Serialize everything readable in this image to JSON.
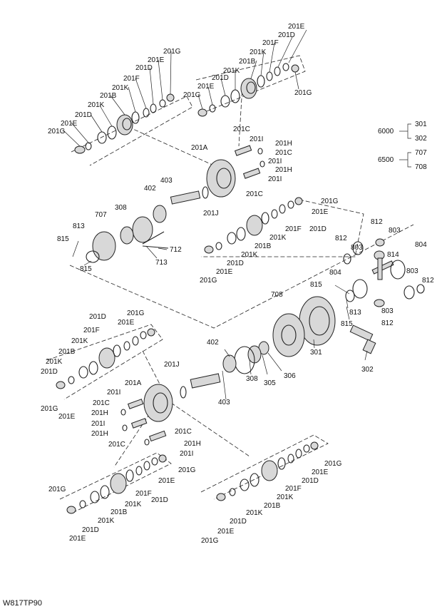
{
  "drawing_code": "W817TP90",
  "groups": [
    {
      "parent": "6000",
      "members": [
        "301",
        "302"
      ]
    },
    {
      "parent": "6500",
      "members": [
        "707",
        "708"
      ]
    }
  ],
  "callouts": [
    "201G",
    "201E",
    "201D",
    "201F",
    "201K",
    "201B",
    "201C",
    "201I",
    "201H",
    "201A",
    "201J",
    "402",
    "403",
    "308",
    "707",
    "813",
    "815",
    "712",
    "713",
    "812",
    "803",
    "804",
    "814",
    "708",
    "301",
    "302",
    "305",
    "306"
  ]
}
